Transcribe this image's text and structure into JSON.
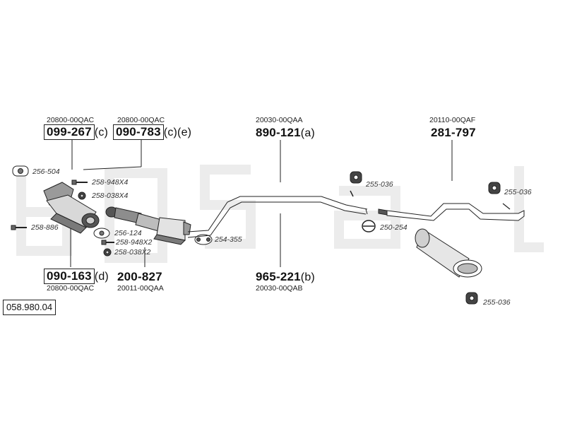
{
  "diagram": {
    "reference": "058.980.04",
    "groups": [
      {
        "code": "20800-00QAC",
        "part": "099-267",
        "suffix": "(c)",
        "boxed": true
      },
      {
        "code": "20800-00QAC",
        "part": "090-783",
        "suffix": "(c)(e)",
        "boxed": true
      },
      {
        "code": "20030-00QAA",
        "part": "890-121",
        "suffix": "(a)",
        "boxed": false
      },
      {
        "code": "20110-00QAF",
        "part": "281-797",
        "suffix": "",
        "boxed": false
      },
      {
        "code": "20800-00QAC",
        "part": "090-163",
        "suffix": "(d)",
        "boxed": true
      },
      {
        "code": "20011-00QAA",
        "part": "200-827",
        "suffix": "",
        "boxed": false
      },
      {
        "code": "20030-00QAB",
        "part": "965-221",
        "suffix": "(b)",
        "boxed": false
      }
    ],
    "small_parts": [
      "256-504",
      "258-948X4",
      "258-038X4",
      "258-886",
      "256-124",
      "258-948X2",
      "258-038X2",
      "254-355",
      "255-036",
      "250-254",
      "255-036",
      "255-036"
    ],
    "watermark": "bosal"
  }
}
